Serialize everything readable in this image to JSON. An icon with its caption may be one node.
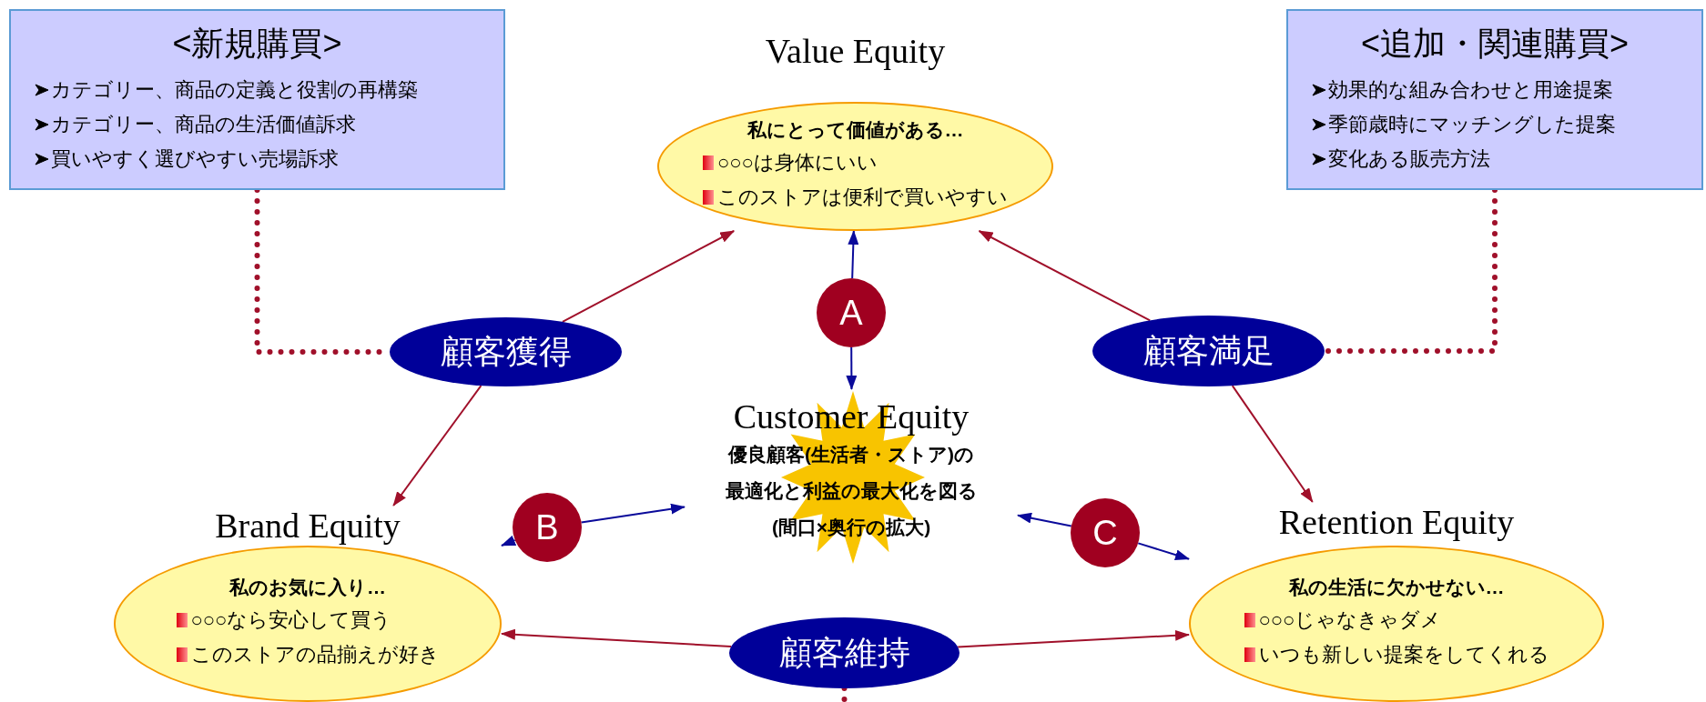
{
  "diagram": {
    "nodes": [
      {
        "text": [
          "<新規購買>",
          "カテゴリー、商品の定義と役割の再構築",
          "カテゴリー、商品の生活価値訴求",
          "買いやすく選びやすい売場訴求"
        ]
      },
      {
        "text": [
          "<追加・関連購買>",
          "効果的な組み合わせと用途提案",
          "季節歳時にマッチングした提案",
          "変化ある販売方法"
        ]
      },
      {
        "text": [
          "Value Equity",
          "私にとって価値がある…",
          "○○○は身体にいい",
          "このストアは便利で買いやすい"
        ]
      },
      {
        "text": [
          "顧客獲得"
        ]
      },
      {
        "text": [
          "A"
        ]
      },
      {
        "text": [
          "顧客満足"
        ]
      },
      {
        "text": [
          "Customer Equity",
          "優良顧客(生活者・ストア)の最適化と利益の最大化を図る",
          "(間口×奥行の拡大)"
        ]
      },
      {
        "text": [
          "B"
        ]
      },
      {
        "text": [
          "Brand Equity",
          "私のお気に入り…",
          "○○○なら安心して買う",
          "このストアの品揃えが好き"
        ]
      },
      {
        "text": [
          "C"
        ]
      },
      {
        "text": [
          "Retention Equity",
          "私の生活に欠かせない…",
          "○○○じゃなきゃダメ",
          "いつも新しい提案をしてくれる"
        ]
      },
      {
        "text": [
          "顧客維持"
        ]
      }
    ],
    "edges": [
      {
        "from": 3,
        "to": 2,
        "arrow": "to"
      },
      {
        "from": 3,
        "to": 8,
        "arrow": "to"
      },
      {
        "from": 5,
        "to": 2,
        "arrow": "to"
      },
      {
        "from": 5,
        "to": 10,
        "arrow": "to"
      },
      {
        "from": 11,
        "to": 8,
        "arrow": "to"
      },
      {
        "from": 11,
        "to": 10,
        "arrow": "to"
      },
      {
        "from": 4,
        "to": 2,
        "arrow": "to",
        "color": "#0a0a9a"
      },
      {
        "from": 4,
        "to": 6,
        "arrow": "to",
        "color": "#0a0a9a"
      },
      {
        "from": 7,
        "to": 6,
        "arrow": "to",
        "color": "#0a0a9a"
      },
      {
        "from": 7,
        "to": 8,
        "arrow": "to",
        "color": "#0a0a9a"
      },
      {
        "from": 9,
        "to": 6,
        "arrow": "to",
        "color": "#0a0a9a"
      },
      {
        "from": 9,
        "to": 10,
        "arrow": "to",
        "color": "#0a0a9a"
      },
      {
        "from": 0,
        "to": 3,
        "arrow": "none",
        "style": "dashed"
      },
      {
        "from": 1,
        "to": 5,
        "arrow": "none",
        "style": "dashed"
      },
      {
        "from": 11,
        "to": null,
        "arrow": "none",
        "style": "dashed"
      }
    ]
  }
}
